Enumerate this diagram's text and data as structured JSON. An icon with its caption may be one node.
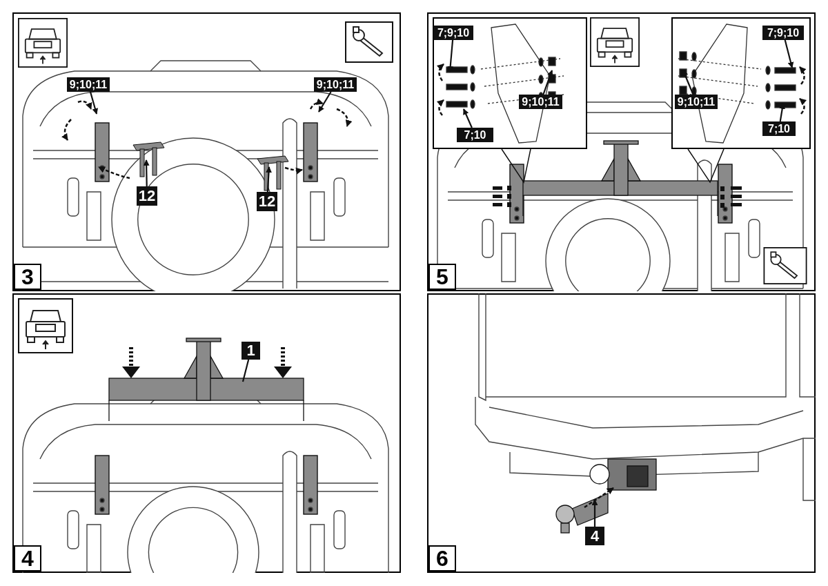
{
  "diagram": {
    "nodes": [
      {
        "text": [
          "3"
        ]
      },
      {
        "text": [
          "9;10;11"
        ],
        "in": 0
      },
      {
        "text": [
          "9;10;11"
        ],
        "in": 0
      },
      {
        "text": [
          "12"
        ],
        "in": 0
      },
      {
        "text": [
          "12"
        ],
        "in": 0
      },
      {
        "text": [
          "4"
        ]
      },
      {
        "text": [
          "1"
        ],
        "in": 5
      },
      {
        "text": [
          "5"
        ]
      },
      {
        "text": [],
        "shape": "box",
        "in": 7
      },
      {
        "text": [
          "7;9;10"
        ],
        "in": 8
      },
      {
        "text": [
          "9;10;11"
        ],
        "in": 8
      },
      {
        "text": [
          "7;10"
        ],
        "in": 8
      },
      {
        "text": [],
        "shape": "box",
        "in": 7
      },
      {
        "text": [
          "7;9;10"
        ],
        "in": 12
      },
      {
        "text": [
          "9;10;11"
        ],
        "in": 12
      },
      {
        "text": [
          "7;10"
        ],
        "in": 12
      },
      {
        "text": [
          "6"
        ]
      },
      {
        "text": [
          "4"
        ],
        "in": 16
      }
    ],
    "edges": [
      {
        "from": 1,
        "to": null,
        "arrow": "to"
      },
      {
        "from": 2,
        "to": null,
        "arrow": "to"
      },
      {
        "from": 3,
        "to": null,
        "arrow": "to"
      },
      {
        "from": 4,
        "to": null,
        "arrow": "to"
      },
      {
        "from": 6,
        "to": null,
        "arrow": "none"
      },
      {
        "from": 9,
        "to": null,
        "arrow": "to"
      },
      {
        "from": 10,
        "to": null,
        "arrow": "to"
      },
      {
        "from": 11,
        "to": null,
        "arrow": "to"
      },
      {
        "from": 13,
        "to": null,
        "arrow": "to"
      },
      {
        "from": 14,
        "to": null,
        "arrow": "to"
      },
      {
        "from": 15,
        "to": null,
        "arrow": "to"
      },
      {
        "from": 17,
        "to": null,
        "arrow": "to"
      }
    ]
  }
}
